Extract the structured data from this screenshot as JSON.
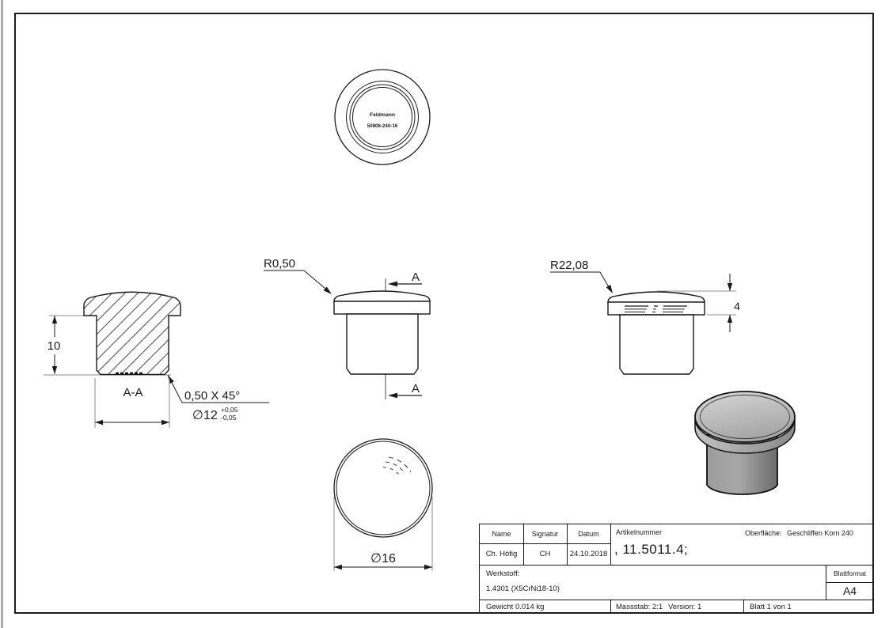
{
  "colors": {
    "line": "#1a1a1a",
    "extension_line": "#8c8c8c",
    "metal_light": "#d2d2d2",
    "metal_dark": "#6e6e6e"
  },
  "views": {
    "top": {
      "brand": "Feldmann",
      "code": "50806-240-16"
    },
    "section": {
      "label": "A-A",
      "dim_height": "10",
      "chamfer": "0,50 X 45°",
      "diameter": "∅12",
      "tol_plus": "+0,05",
      "tol_minus": "-0,05"
    },
    "front": {
      "radius": "R0,50",
      "section_letter": "A"
    },
    "side": {
      "radius": "R22,08",
      "dim_cap_height": "4"
    },
    "bottom": {
      "diameter": "∅16"
    }
  },
  "title_block": {
    "name_label": "Name",
    "signatur_label": "Signatur",
    "datum_label": "Datum",
    "name_value": "Ch. Höfig",
    "signatur_value": "CH",
    "datum_value": "24.10.2018",
    "artikelnummer_label": "Artikelnummer",
    "artikelnummer_value": ", 11.5011.4;",
    "oberflaeche_label": "Oberfläche:",
    "oberflaeche_value": "Geschliffen Korn 240",
    "werkstoff_label": "Werkstoff:",
    "werkstoff_value": "1.4301 (X5CrNi18-10)",
    "blattformat_label": "Blattformat",
    "blattformat_value": "A4",
    "gewicht": "Gewicht 0.014 kg",
    "massstab": "Massstab: 2:1",
    "version": "Version: 1",
    "blatt": "Blatt 1 von 1"
  }
}
